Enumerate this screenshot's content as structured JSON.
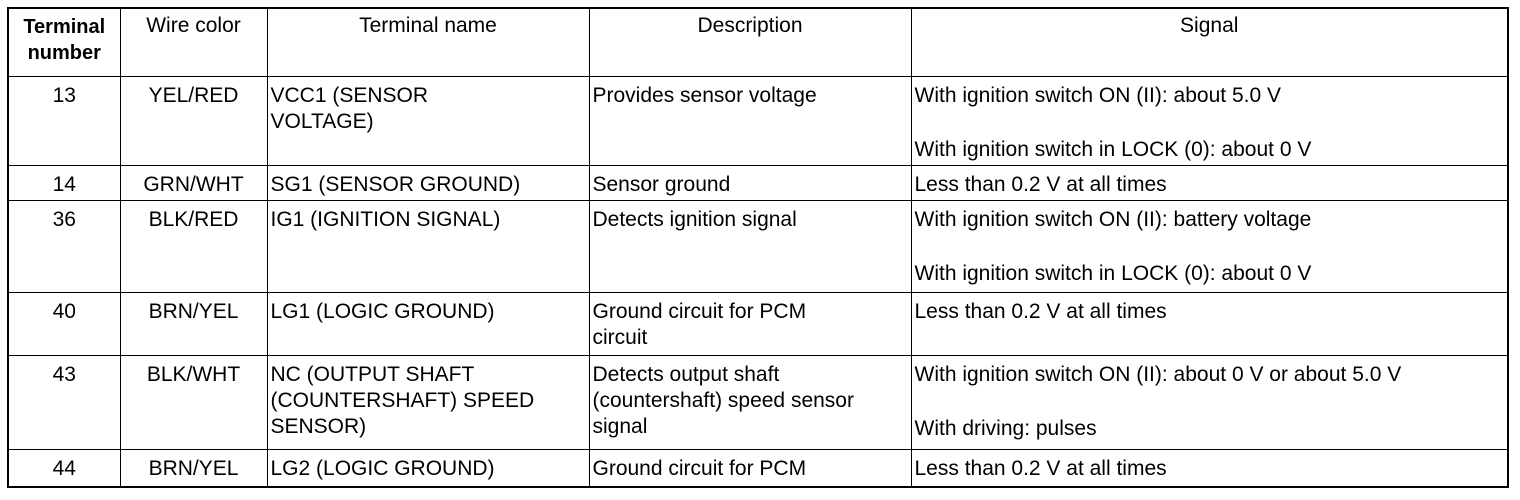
{
  "table": {
    "headers": {
      "terminal_line1": "Terminal",
      "terminal_line2": "number",
      "wire_color": "Wire color",
      "terminal_name": "Terminal name",
      "description": "Description",
      "signal": "Signal"
    },
    "rows": [
      {
        "terminal": "13",
        "wire_color": "YEL/RED",
        "name_lines": [
          "VCC1 (SENSOR",
          "VOLTAGE)"
        ],
        "desc_lines": [
          "Provides sensor voltage"
        ],
        "signal_lines": [
          "With ignition switch ON (II): about 5.0 V",
          "With ignition switch in LOCK (0): about 0 V"
        ]
      },
      {
        "terminal": "14",
        "wire_color": "GRN/WHT",
        "name_lines": [
          "SG1 (SENSOR GROUND)"
        ],
        "desc_lines": [
          "Sensor ground"
        ],
        "signal_lines": [
          "Less than 0.2 V at all times"
        ]
      },
      {
        "terminal": "36",
        "wire_color": "BLK/RED",
        "name_lines": [
          "IG1 (IGNITION SIGNAL)"
        ],
        "desc_lines": [
          "Detects ignition signal"
        ],
        "signal_lines": [
          "With ignition switch ON (II): battery voltage",
          "With ignition switch in LOCK (0): about 0 V"
        ]
      },
      {
        "terminal": "40",
        "wire_color": "BRN/YEL",
        "name_lines": [
          "LG1 (LOGIC GROUND)"
        ],
        "desc_lines": [
          "Ground circuit for PCM",
          "circuit"
        ],
        "signal_lines": [
          "Less than 0.2 V at all times"
        ]
      },
      {
        "terminal": "43",
        "wire_color": "BLK/WHT",
        "name_lines": [
          "NC (OUTPUT SHAFT",
          "(COUNTERSHAFT) SPEED",
          "SENSOR)"
        ],
        "desc_lines": [
          "Detects output shaft",
          "(countershaft) speed sensor",
          "signal"
        ],
        "signal_lines": [
          "With ignition switch ON (II): about 0 V or about 5.0 V",
          "With driving: pulses"
        ]
      },
      {
        "terminal": "44",
        "wire_color": "BRN/YEL",
        "name_lines": [
          "LG2 (LOGIC GROUND)"
        ],
        "desc_lines": [
          "Ground circuit for PCM"
        ],
        "signal_lines": [
          "Less than 0.2 V at all times"
        ]
      }
    ]
  }
}
